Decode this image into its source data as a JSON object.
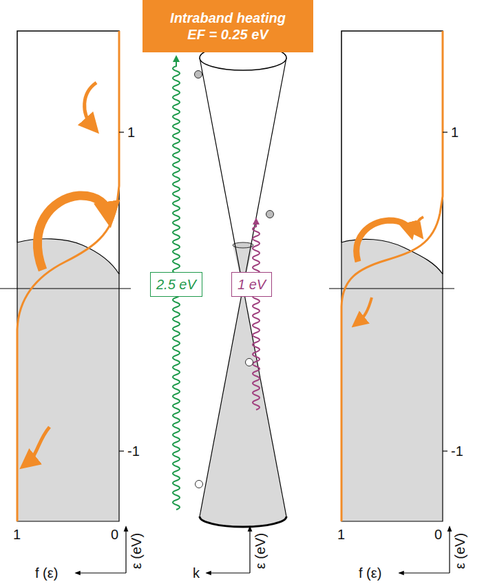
{
  "diagram": {
    "nodes": [
      {
        "text": [
          "Intraband heating",
          "EF = 0.25 eV"
        ]
      },
      {
        "text": [
          "2.5 eV"
        ]
      },
      {
        "text": [
          "1 eV"
        ]
      }
    ],
    "labels": [
      "1",
      "-1",
      "1",
      "0",
      "ε (eV)",
      "f (ε)",
      "k",
      "ε (eV)",
      "1",
      "-1",
      "1",
      "0",
      "ε (eV)",
      "f (ε)"
    ]
  }
}
